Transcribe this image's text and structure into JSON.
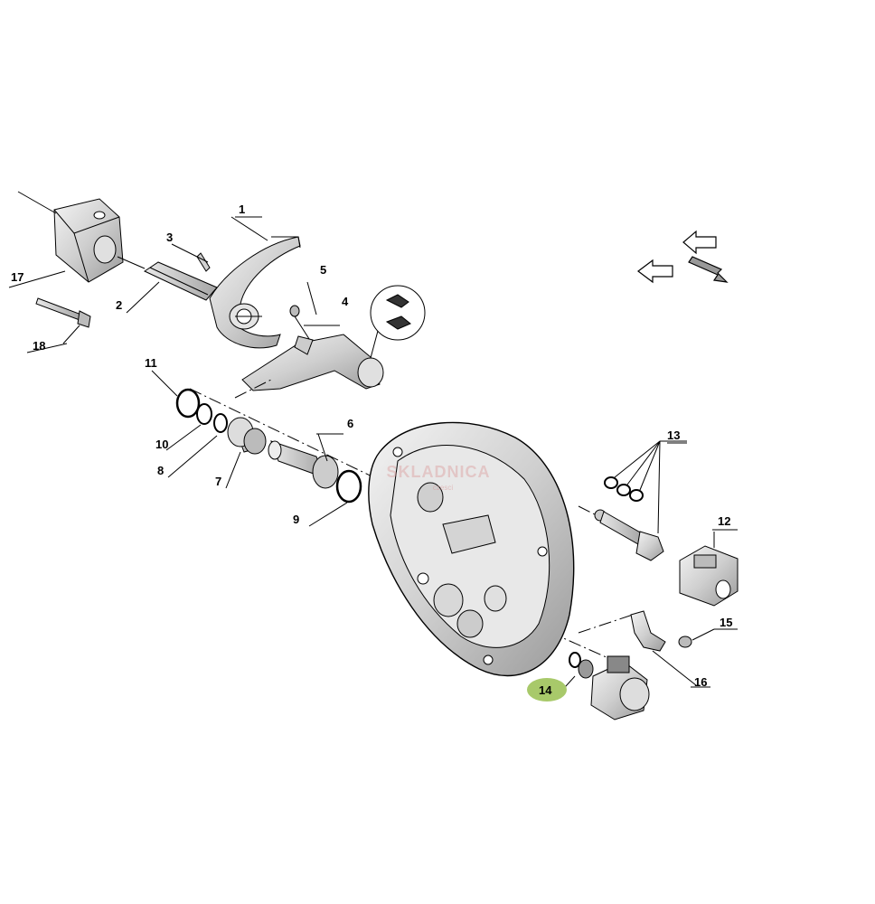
{
  "callouts": [
    {
      "id": "c1",
      "text": "1"
    },
    {
      "id": "c2",
      "text": "2"
    },
    {
      "id": "c3",
      "text": "3"
    },
    {
      "id": "c4",
      "text": "4"
    },
    {
      "id": "c5",
      "text": "5"
    },
    {
      "id": "c6",
      "text": "6"
    },
    {
      "id": "c7",
      "text": "7"
    },
    {
      "id": "c8",
      "text": "8"
    },
    {
      "id": "c9",
      "text": "9"
    },
    {
      "id": "c10",
      "text": "10"
    },
    {
      "id": "c11",
      "text": "11"
    },
    {
      "id": "c12",
      "text": "12"
    },
    {
      "id": "c13",
      "text": "13"
    },
    {
      "id": "c14",
      "text": "14",
      "highlighted": true
    },
    {
      "id": "c15",
      "text": "15"
    },
    {
      "id": "c16",
      "text": "16"
    },
    {
      "id": "c17",
      "text": "17"
    },
    {
      "id": "c18",
      "text": "18"
    }
  ],
  "highlight_color": "#a8c96a",
  "watermark": {
    "text": "SKLADNICA",
    "subtext": "czesci"
  }
}
